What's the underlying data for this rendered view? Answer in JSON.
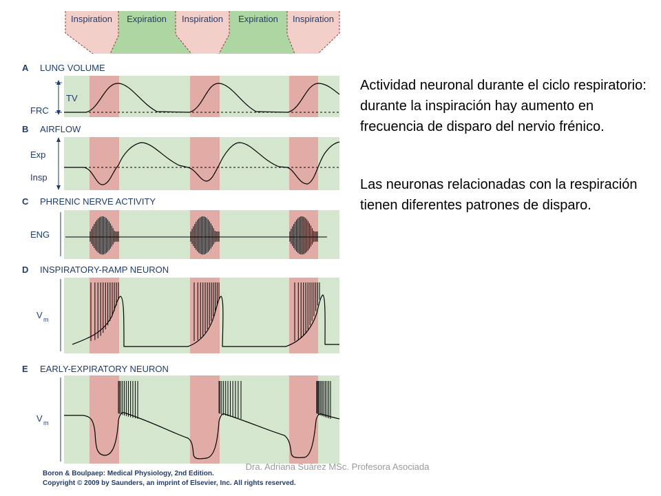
{
  "phase_bar": {
    "labels": [
      "Inspiration",
      "Expiration",
      "Inspiration",
      "Expiration",
      "Inspiration"
    ]
  },
  "panels": [
    {
      "letter": "A",
      "title": "LUNG VOLUME",
      "y_labels": [
        "TV",
        "FRC"
      ]
    },
    {
      "letter": "B",
      "title": "AIRFLOW",
      "y_labels": [
        "Exp",
        "Insp"
      ]
    },
    {
      "letter": "C",
      "title": "PHRENIC NERVE ACTIVITY",
      "y_labels": [
        "ENG"
      ]
    },
    {
      "letter": "D",
      "title": "INSPIRATORY-RAMP NEURON",
      "y_labels": [
        "V",
        "m"
      ]
    },
    {
      "letter": "E",
      "title": "EARLY-EXPIRATORY NEURON",
      "y_labels": [
        "V",
        "m"
      ]
    }
  ],
  "credit": {
    "line1": "Boron & Boulpaep: Medical Physiology, 2nd Edition.",
    "line2": "Copyright © 2009 by Saunders, an imprint of Elsevier, Inc. All rights reserved."
  },
  "paragraph1": "Actividad neuronal durante el ciclo respiratorio:  durante la inspiración hay aumento en frecuencia de disparo del nervio frénico.",
  "paragraph2": "Las neuronas relacionadas con la respiración tienen diferentes patrones de disparo.",
  "footer": "Dra. Adriana Suárez MSc. Profesora Asociada",
  "colors": {
    "inspiration": "#f3cfca",
    "expiration": "#aed6a2",
    "panel_background": "#d5e6cf",
    "inspiration_band": "#e2aca6",
    "trace": "#000000",
    "label_blue": "#1f3c6e"
  }
}
